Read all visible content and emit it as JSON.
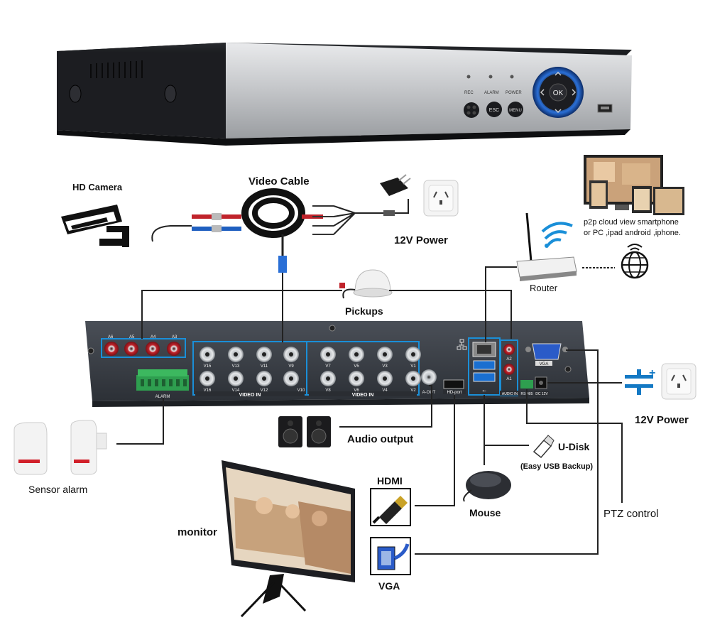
{
  "device": {
    "front_labels": {
      "rec": "REC",
      "alarm": "ALARM",
      "power": "POWER"
    },
    "front_buttons": {
      "esc": "ESC",
      "menu": "MENU",
      "ok": "OK"
    }
  },
  "rear_panel": {
    "audio_in_channels": [
      "A6",
      "A5",
      "A4",
      "A3"
    ],
    "video_in_top_left": [
      "V15",
      "V13",
      "V11",
      "V9"
    ],
    "video_in_bottom_left": [
      "V16",
      "V14",
      "V12",
      "V10"
    ],
    "video_in_top_right": [
      "V7",
      "V5",
      "V3",
      "V1"
    ],
    "video_in_bottom_right": [
      "V8",
      "V6",
      "V4",
      "V2"
    ],
    "video_in_label": "VIDEO IN",
    "alarm_label": "ALARM",
    "a_out_label": "A-OUT",
    "hdmi_port_label": "HD-port",
    "audio_in_label": "AUDIO IN",
    "a2_label": "A2",
    "a1_label": "A1",
    "vga_port_label": "VGA",
    "rs485_label": "RS-485",
    "dc12v_label": "DC 12V"
  },
  "labels": {
    "hd_camera": "HD Camera",
    "video_cable": "Video Cable",
    "power_top": "12V Power",
    "cloud_line1": "p2p cloud view smartphone",
    "cloud_line2": "or PC ,ipad android ,iphone.",
    "router": "Router",
    "pickups": "Pickups",
    "power_right": "12V Power",
    "audio_output": "Audio output",
    "u_disk": "U-Disk",
    "usb_backup": "(Easy USB Backup)",
    "sensor_alarm": "Sensor alarm",
    "hdmi": "HDMI",
    "mouse": "Mouse",
    "ptz_control": "PTZ control",
    "monitor": "monitor",
    "vga": "VGA"
  },
  "colors": {
    "highlight_blue": "#1a8fd8",
    "panel_dark": "#3b3f46",
    "front_silver": "#c9cbce",
    "jack_red": "#c0232b",
    "terminal_green": "#2e9e4f",
    "power_blue": "#1479c4"
  }
}
